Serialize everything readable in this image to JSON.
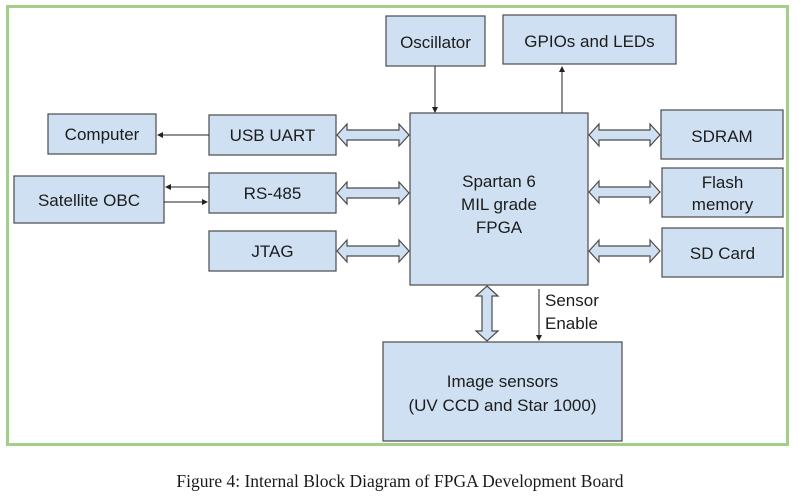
{
  "figure": {
    "caption": "Figure 4: Internal Block Diagram of FPGA Development Board",
    "frame_color": "#a4cf8a",
    "block_fill": "#cfe0f3"
  },
  "blocks": {
    "oscillator": "Oscillator",
    "gpios": "GPIOs and LEDs",
    "computer": "Computer",
    "usb_uart": "USB UART",
    "satellite_obc": "Satellite OBC",
    "rs485": "RS-485",
    "jtag": "JTAG",
    "fpga": [
      "Spartan 6",
      "MIL grade",
      "FPGA"
    ],
    "sdram": "SDRAM",
    "flash": [
      "Flash",
      "memory"
    ],
    "sd_card": "SD Card",
    "image_sensors": [
      "Image sensors",
      "(UV CCD and Star 1000)"
    ]
  },
  "labels": {
    "sensor_enable": [
      "Sensor",
      "Enable"
    ]
  },
  "connections": [
    {
      "from": "Oscillator",
      "to": "FPGA",
      "type": "single-arrow"
    },
    {
      "from": "FPGA",
      "to": "GPIOs and LEDs",
      "type": "single-arrow"
    },
    {
      "from": "USB UART",
      "to": "Computer",
      "type": "single-arrow"
    },
    {
      "from": "RS-485",
      "to": "Satellite OBC",
      "type": "single-arrow"
    },
    {
      "from": "Satellite OBC",
      "to": "RS-485",
      "type": "single-arrow"
    },
    {
      "from": "USB UART",
      "to": "FPGA",
      "type": "bidirectional-bus"
    },
    {
      "from": "RS-485",
      "to": "FPGA",
      "type": "bidirectional-bus"
    },
    {
      "from": "JTAG",
      "to": "FPGA",
      "type": "bidirectional-bus"
    },
    {
      "from": "FPGA",
      "to": "SDRAM",
      "type": "bidirectional-bus"
    },
    {
      "from": "FPGA",
      "to": "Flash memory",
      "type": "bidirectional-bus"
    },
    {
      "from": "FPGA",
      "to": "SD Card",
      "type": "bidirectional-bus"
    },
    {
      "from": "FPGA",
      "to": "Image sensors",
      "type": "bidirectional-bus"
    },
    {
      "from": "FPGA",
      "to": "Image sensors",
      "type": "single-arrow",
      "label": "Sensor Enable"
    }
  ]
}
